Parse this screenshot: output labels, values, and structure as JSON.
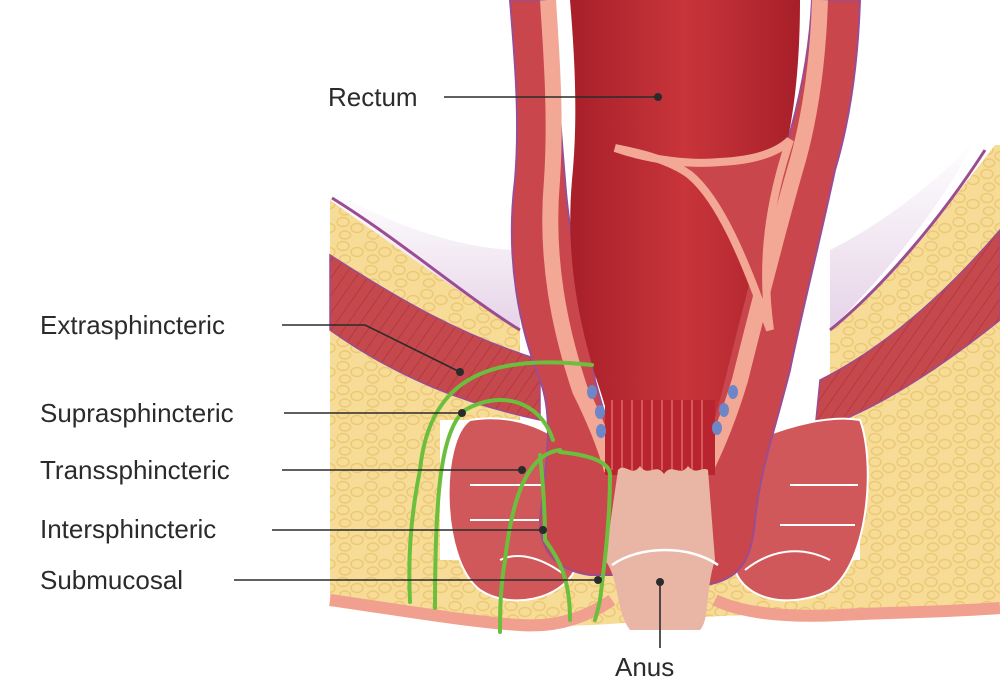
{
  "labels": {
    "rectum": "Rectum",
    "extrasphincteric": "Extrasphincteric",
    "suprasphincteric": "Suprasphincteric",
    "transsphincteric": "Transsphincteric",
    "intersphincteric": "Intersphincteric",
    "submucosal": "Submucosal",
    "anus": "Anus"
  },
  "colors": {
    "fat": "#f6dc96",
    "fat_dots": "#efc873",
    "muscle": "#c24a4e",
    "muscle_light": "#d9696b",
    "lumen": "#b8252e",
    "mucosa": "#f1a08f",
    "mucosa_edge": "#f7c9b8",
    "anal_skin": "#e9b6a6",
    "vessel": "#6e86c6",
    "purple_edge": "#9b4c92",
    "fistula_track": "#6cbf3d",
    "label_text": "#2b2b2b"
  }
}
